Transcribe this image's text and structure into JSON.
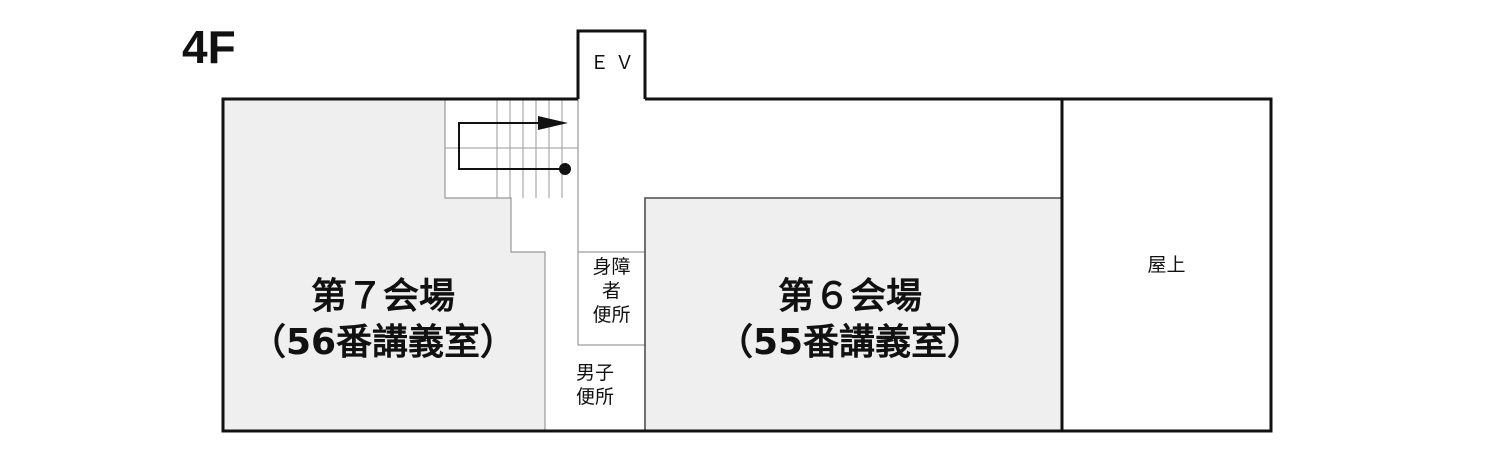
{
  "floor": "4F",
  "rooms": {
    "room_7": {
      "line1": "第７会場",
      "line2": "（56番講義室）"
    },
    "room_6": {
      "line1": "第６会場",
      "line2": "（55番講義室）"
    },
    "rooftop": "屋上",
    "elevator": "ＥＶ",
    "accessible_toilet": [
      "身障",
      "者",
      "便所"
    ],
    "mens_toilet": [
      "男子",
      "便所"
    ]
  },
  "colors": {
    "room_fill": "#efefef",
    "line": "#111111",
    "stair_line": "#9a9a9a"
  }
}
